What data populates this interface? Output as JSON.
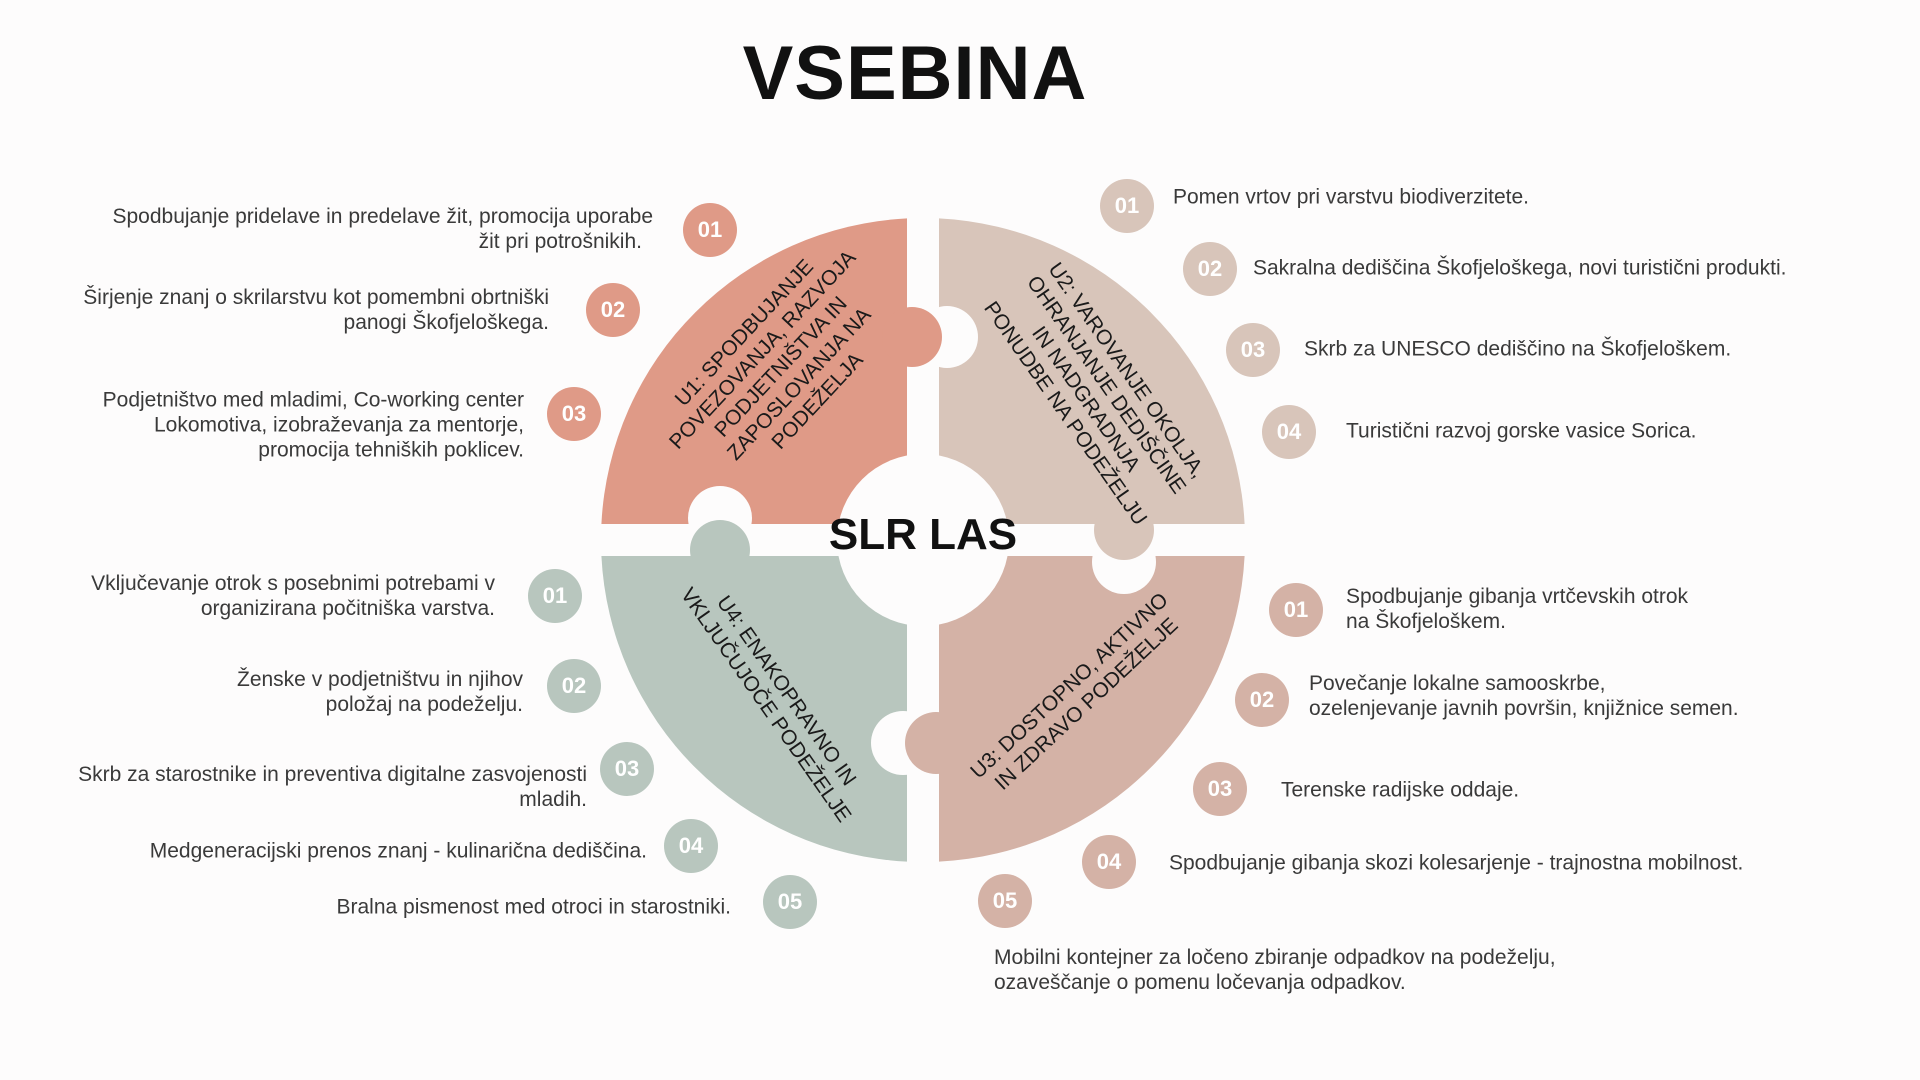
{
  "title": "VSEBINA",
  "center": "SLR LAS",
  "colors": {
    "u1": "#df9a87",
    "u2": "#d8c5ba",
    "u3": "#d4b2a6",
    "u4": "#b8c6be"
  },
  "quadrants": {
    "u1": {
      "lines": [
        "U1: Spodbujanje",
        "povezovanja, razvoja",
        "podjetništva in",
        "zaposlovanja na",
        "podeželja"
      ],
      "items": [
        {
          "num": "01",
          "lines": [
            "Spodbujanje pridelave in predelave žit, promocija uporabe",
            "žit pri potrošnikih."
          ]
        },
        {
          "num": "02",
          "lines": [
            "Širjenje znanj o skrilarstvu kot pomembni obrtniški",
            "panogi Škofjeloškega."
          ]
        },
        {
          "num": "03",
          "lines": [
            "Podjetništvo med mladimi, Co-working center",
            "Lokomotiva, izobraževanja za mentorje,",
            "promocija tehniških poklicev."
          ]
        }
      ]
    },
    "u2": {
      "lines": [
        "U2: Varovanje okolja,",
        "ohranjanje dediščine",
        "in nadgradnja",
        "ponudbe na podeželju"
      ],
      "items": [
        {
          "num": "01",
          "lines": [
            "Pomen vrtov pri varstvu biodiverzitete."
          ]
        },
        {
          "num": "02",
          "lines": [
            "Sakralna dediščina Škofjeloškega, novi turistični produkti."
          ]
        },
        {
          "num": "03",
          "lines": [
            "Skrb za UNESCO dediščino na Škofjeloškem."
          ]
        },
        {
          "num": "04",
          "lines": [
            "Turistični razvoj gorske vasice Sorica."
          ]
        }
      ]
    },
    "u3": {
      "lines": [
        "U3: Dostopno, aktivno",
        "in zdravo podeželje"
      ],
      "items": [
        {
          "num": "01",
          "lines": [
            "Spodbujanje gibanja vrtčevskih otrok",
            "na Škofjeloškem."
          ]
        },
        {
          "num": "02",
          "lines": [
            "Povečanje lokalne samooskrbe,",
            "ozelenjevanje javnih površin, knjižnice semen."
          ]
        },
        {
          "num": "03",
          "lines": [
            "Terenske radijske oddaje."
          ]
        },
        {
          "num": "04",
          "lines": [
            "Spodbujanje gibanja skozi kolesarjenje - trajnostna mobilnost."
          ]
        },
        {
          "num": "05",
          "lines": [
            "Mobilni kontejner za ločeno zbiranje odpadkov na podeželju,",
            "ozaveščanje o pomenu ločevanja odpadkov."
          ]
        }
      ]
    },
    "u4": {
      "lines": [
        "U4: Enakopravno in",
        "vključujoče podeželje"
      ],
      "items": [
        {
          "num": "01",
          "lines": [
            "Vključevanje otrok s posebnimi potrebami v",
            "organizirana počitniška varstva."
          ]
        },
        {
          "num": "02",
          "lines": [
            "Ženske v podjetništvu in njihov",
            "položaj na podeželju."
          ]
        },
        {
          "num": "03",
          "lines": [
            "Skrb za starostnike in preventiva digitalne zasvojenosti",
            "mladih."
          ]
        },
        {
          "num": "04",
          "lines": [
            "Medgeneracijski prenos znanj - kulinarična dediščina."
          ]
        },
        {
          "num": "05",
          "lines": [
            "Bralna pismenost med otroci in starostniki."
          ]
        }
      ]
    }
  }
}
